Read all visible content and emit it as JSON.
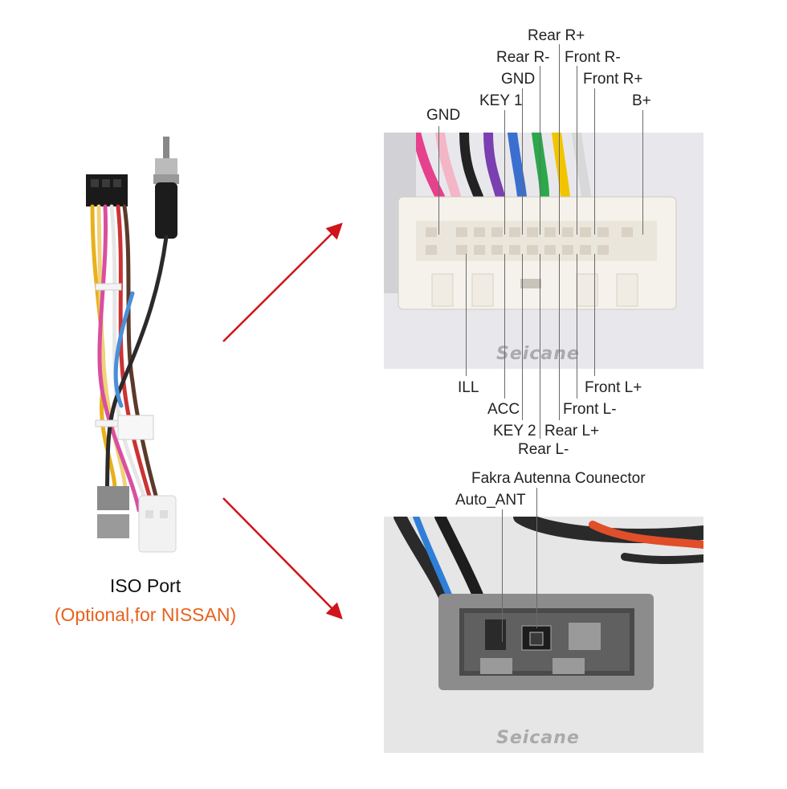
{
  "left_panel": {
    "title": "ISO Port",
    "subtitle": "(Optional,for NISSAN)"
  },
  "top_connector": {
    "top_labels": [
      "Rear R+",
      "Rear R-",
      "Front R-",
      "GND",
      "Front R+",
      "KEY 1",
      "B+",
      "GND"
    ],
    "bottom_labels": [
      "ILL",
      "Front L+",
      "ACC",
      "Front L-",
      "KEY 2",
      "Rear L+",
      "Rear L-"
    ],
    "watermark": "Seicane"
  },
  "bottom_connector": {
    "labels": [
      "Fakra Autenna Counector",
      "Auto_ANT"
    ],
    "watermark": "Seicane"
  },
  "colors": {
    "arrow": "#d0141a",
    "subtitle": "#e8611c"
  }
}
